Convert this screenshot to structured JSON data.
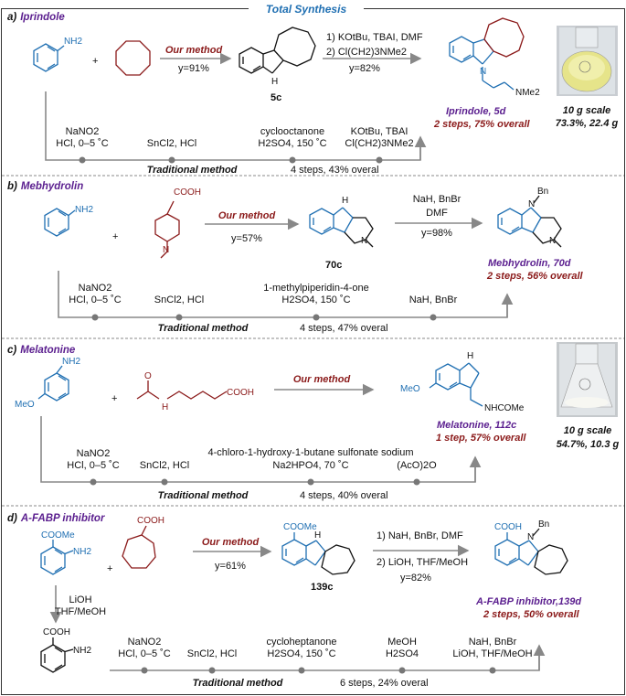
{
  "title": "Total Synthesis",
  "our_method": "Our method",
  "traditional_method": "Traditional method",
  "scale_label": "10 g scale",
  "sections": [
    {
      "letter": "a)",
      "name": "Iprindole",
      "yield_one": "y=91%",
      "intermediate": "5c",
      "cond_lines": [
        "1) KOtBu, TBAI, DMF",
        "2) Cl(CH2)3NMe2",
        "y=82%"
      ],
      "product_name": "Iprindole, 5d",
      "product_sub": "2 steps, 75% overall",
      "scale_result": "73.3%, 22.4 g",
      "trad_steps": [
        [
          "NaNO2",
          "HCl, 0–5 ˚C"
        ],
        [
          "SnCl2, HCl"
        ],
        [
          "cyclooctanone",
          "H2SO4, 150 ˚C"
        ],
        [
          "KOtBu, TBAI",
          "Cl(CH2)3NMe2"
        ]
      ],
      "trad_summary": "4 steps, 43% overal"
    },
    {
      "letter": "b)",
      "name": "Mebhydrolin",
      "yield_one": "y=57%",
      "intermediate": "70c",
      "cond_lines": [
        "NaH, BnBr",
        "DMF",
        "y=98%"
      ],
      "product_name": "Mebhydrolin, 70d",
      "product_sub": "2 steps, 56% overall",
      "trad_steps": [
        [
          "NaNO2",
          "HCl, 0–5 ˚C"
        ],
        [
          "SnCl2, HCl"
        ],
        [
          "1-methylpiperidin-4-one",
          "H2SO4, 150 ˚C"
        ],
        [
          "NaH, BnBr"
        ]
      ],
      "trad_summary": "4 steps, 47% overal"
    },
    {
      "letter": "c)",
      "name": "Melatonine",
      "product_name": "Melatonine, 112c",
      "product_sub": "1 step, 57% overall",
      "scale_result": "54.7%, 10.3 g",
      "trad_steps": [
        [
          "NaNO2",
          "HCl, 0–5 ˚C"
        ],
        [
          "SnCl2, HCl"
        ],
        [
          "4-chloro-1-hydroxy-1-butane sulfonate sodium",
          "Na2HPO4, 70 ˚C"
        ],
        [
          "(AcO)2O"
        ]
      ],
      "trad_summary": "4 steps, 40% overal"
    },
    {
      "letter": "d)",
      "name": "A-FABP inhibitor",
      "yield_one": "y=61%",
      "intermediate": "139c",
      "cond_lines": [
        "1) NaH, BnBr, DMF",
        "2) LiOH, THF/MeOH",
        "y=82%"
      ],
      "product_name": "A-FABP inhibitor,139d",
      "product_sub": "2 steps, 50% overall",
      "hydrolysis": [
        "LiOH",
        "THF/MeOH"
      ],
      "trad_steps": [
        [
          "NaNO2",
          "HCl, 0–5 ˚C"
        ],
        [
          "SnCl2, HCl"
        ],
        [
          "cycloheptanone",
          "H2SO4, 150 ˚C"
        ],
        [
          "MeOH",
          "H2SO4"
        ],
        [
          "NaH, BnBr",
          "LiOH, THF/MeOH"
        ]
      ],
      "trad_summary": "6 steps, 24% overal"
    }
  ],
  "atoms": {
    "nh2": "NH2",
    "nh": "NH",
    "h": "H",
    "n": "N",
    "cooh": "COOH",
    "coome": "COOMe",
    "meo": "MeO",
    "bn": "Bn",
    "nme2": "NMe2",
    "nhcome": "NHCOMe",
    "o": "O",
    "me": "N"
  }
}
